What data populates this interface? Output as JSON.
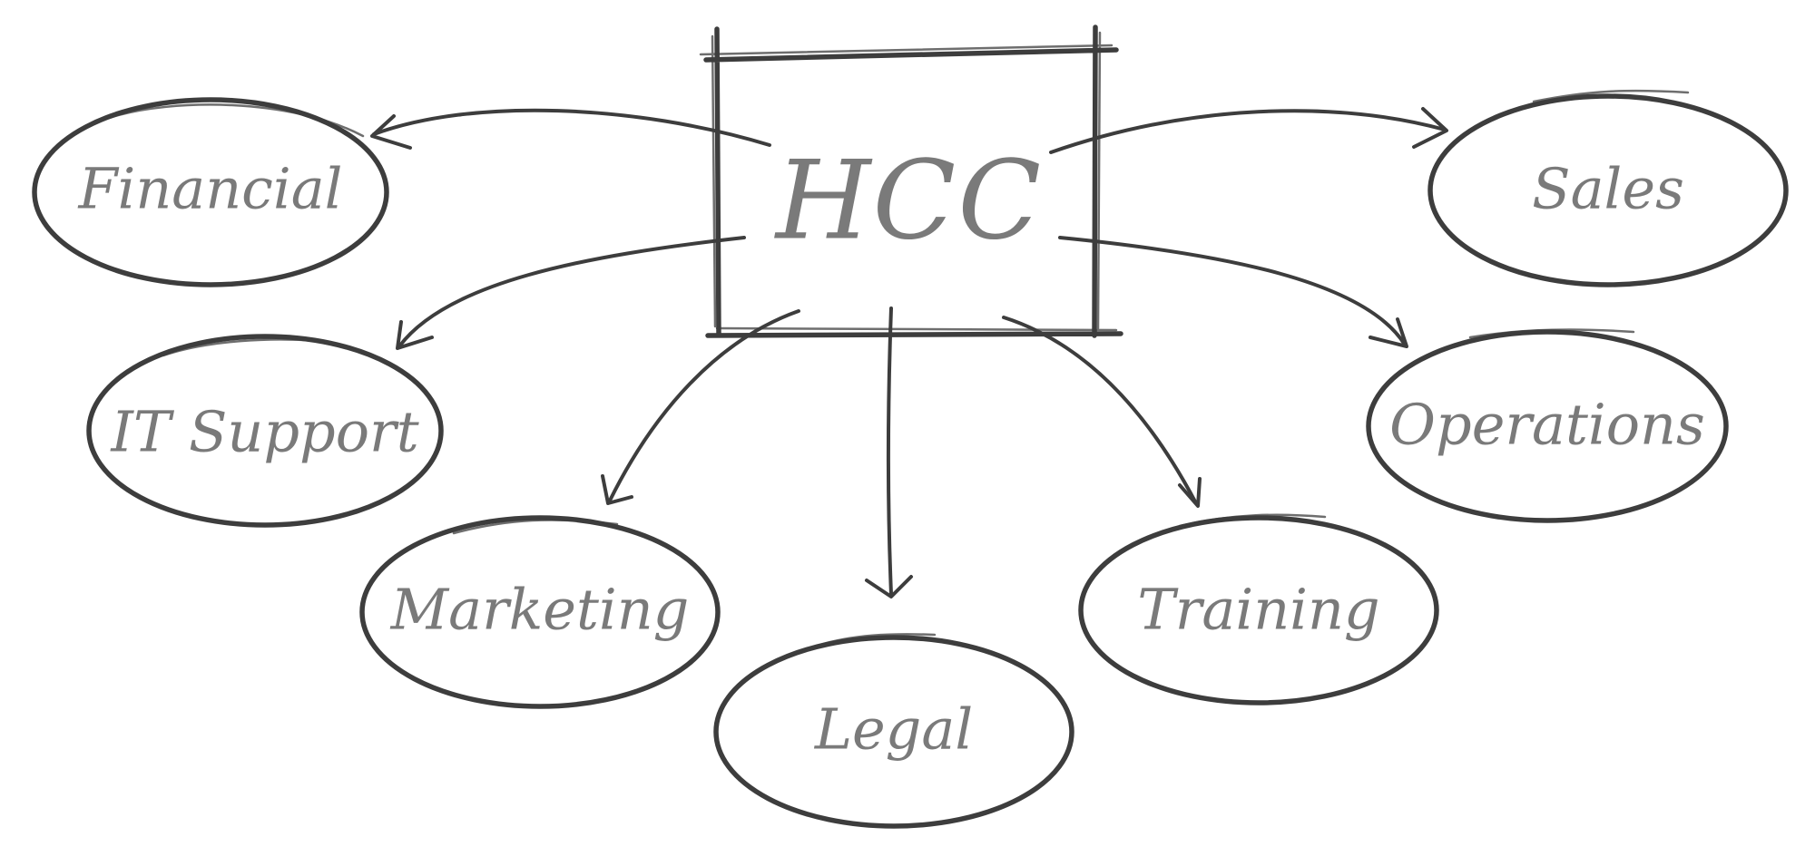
{
  "center": {
    "label": "HCC"
  },
  "nodes": [
    {
      "id": "financial",
      "label": "Financial"
    },
    {
      "id": "sales",
      "label": "Sales"
    },
    {
      "id": "it-support",
      "label": "IT Support"
    },
    {
      "id": "operations",
      "label": "Operations"
    },
    {
      "id": "marketing",
      "label": "Marketing"
    },
    {
      "id": "legal",
      "label": "Legal"
    },
    {
      "id": "training",
      "label": "Training"
    }
  ],
  "edges": [
    {
      "from": "center",
      "to": "financial"
    },
    {
      "from": "center",
      "to": "sales"
    },
    {
      "from": "center",
      "to": "it-support"
    },
    {
      "from": "center",
      "to": "operations"
    },
    {
      "from": "center",
      "to": "marketing"
    },
    {
      "from": "center",
      "to": "legal"
    },
    {
      "from": "center",
      "to": "training"
    }
  ],
  "colors": {
    "stroke": "#3d3d3d",
    "text": "#7a7a7a",
    "background": "#ffffff"
  }
}
